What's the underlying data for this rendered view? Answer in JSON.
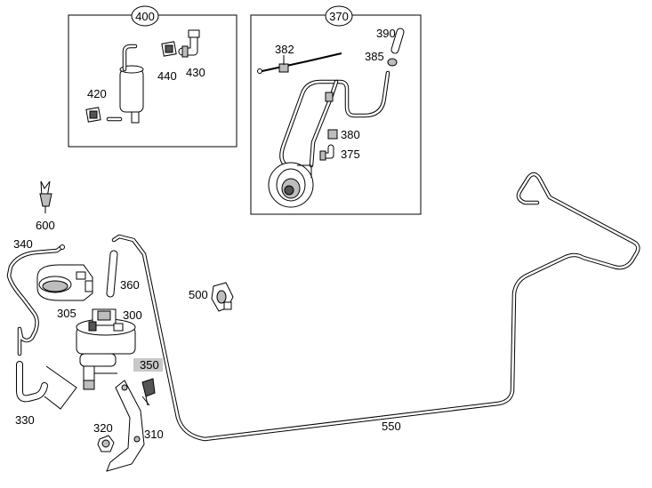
{
  "diagram": {
    "type": "exploded-parts-diagram",
    "groups": [
      {
        "id": "400",
        "label": "400",
        "parts": [
          "420",
          "430",
          "440"
        ]
      },
      {
        "id": "370",
        "label": "370",
        "parts": [
          "375",
          "380",
          "382",
          "385",
          "390"
        ]
      }
    ],
    "labels": {
      "p400": "400",
      "p370": "370",
      "p420": "420",
      "p430": "430",
      "p440": "440",
      "p382": "382",
      "p390": "390",
      "p385": "385",
      "p380": "380",
      "p375": "375",
      "p600": "600",
      "p340": "340",
      "p360": "360",
      "p305": "305",
      "p300": "300",
      "p500": "500",
      "p350": "350",
      "p330": "330",
      "p320": "320",
      "p310": "310",
      "p550": "550"
    },
    "highlighted_label": "350",
    "highlight_color": "#c8c8c8"
  }
}
